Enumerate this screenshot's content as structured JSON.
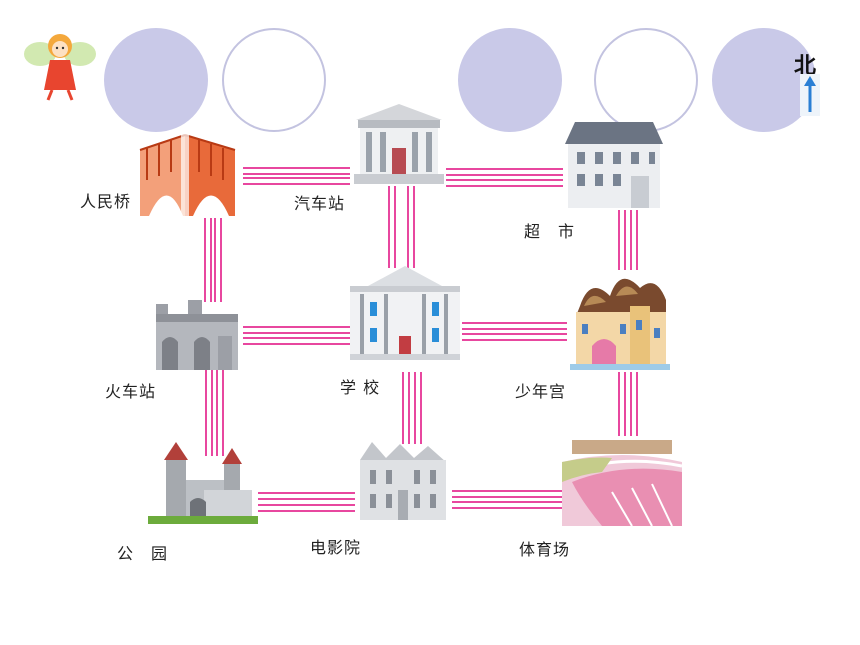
{
  "map": {
    "compass": {
      "label": "北"
    },
    "places": {
      "bridge": "人民桥",
      "bus_station": "汽车站",
      "supermarket": "超　市",
      "train_station": "火车站",
      "school": "学 校",
      "youth_palace": "少年宫",
      "park": "公　园",
      "cinema": "电影院",
      "stadium": "体育场"
    },
    "colors": {
      "road": "#e8479f",
      "circle_fill": "#c9c9e8",
      "circle_outline": "#c3c3e0"
    },
    "icons": [
      "fairy-mascot-icon",
      "north-arrow-icon"
    ]
  }
}
